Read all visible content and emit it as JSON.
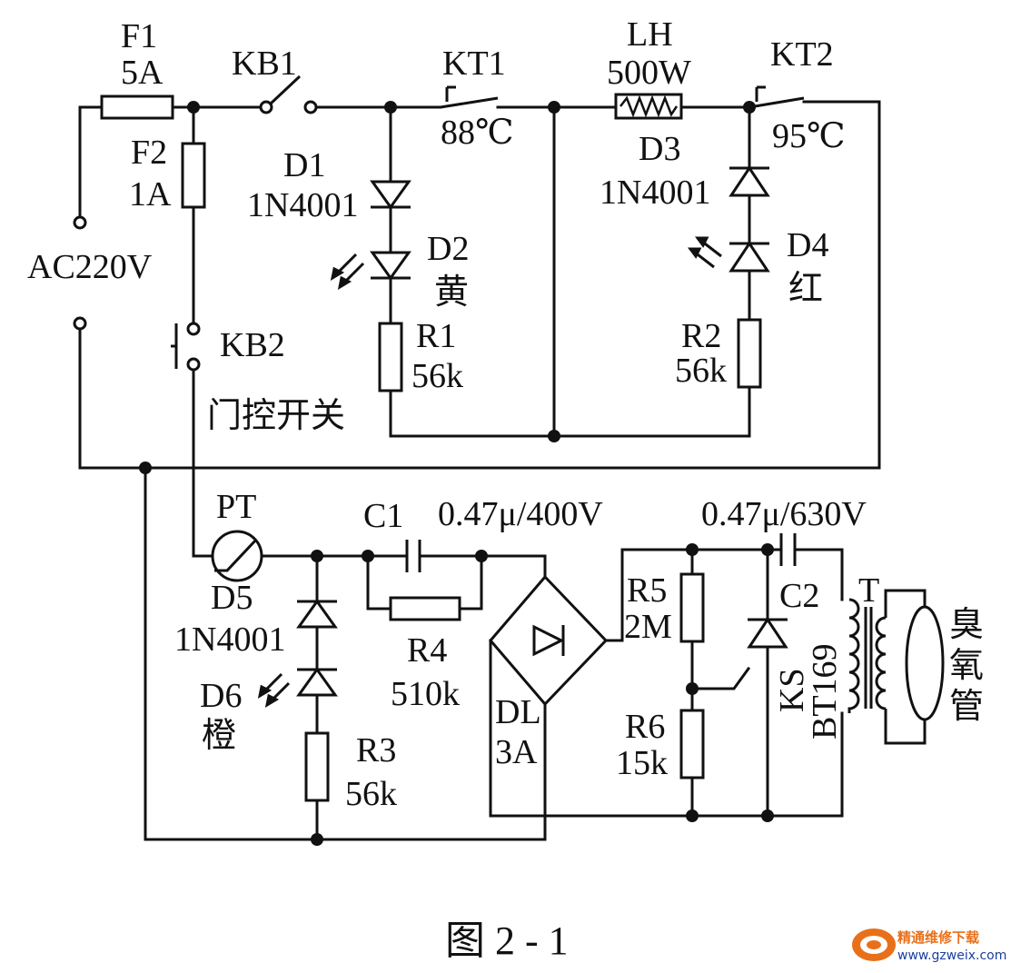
{
  "labels": {
    "f1": "F1",
    "f1_rating": "5A",
    "kb1": "KB1",
    "kt1": "KT1",
    "kt1_temp": "88℃",
    "lh": "LH",
    "lh_power": "500W",
    "kt2": "KT2",
    "kt2_temp": "95℃",
    "f2": "F2",
    "f2_rating": "1A",
    "d1": "D1",
    "d1_part": "1N4001",
    "d3": "D3",
    "d3_part": "1N4001",
    "ac": "AC220V",
    "d2": "D2",
    "d2_color": "黄",
    "d4": "D4",
    "d4_color": "红",
    "r1": "R1",
    "r1_value": "56k",
    "r2": "R2",
    "r2_value": "56k",
    "kb2": "KB2",
    "door_switch": "门控开关",
    "pt": "PT",
    "c1": "C1",
    "c1_rating": "0.47μ/400V",
    "c2_rating": "0.47μ/630V",
    "d5": "D5",
    "d5_part": "1N4001",
    "r4": "R4",
    "r4_value": "510k",
    "r5": "R5",
    "r5_value": "2M",
    "c2": "C2",
    "t": "T",
    "ozone_1": "臭",
    "ozone_2": "氧",
    "ozone_3": "管",
    "d6": "D6",
    "d6_color": "橙",
    "dl": "DL",
    "dl_rating": "3A",
    "r6": "R6",
    "r6_value": "15k",
    "ks": "KS",
    "ks_part": "BT169",
    "r3": "R3",
    "r3_value": "56k",
    "caption": "图 2 - 1"
  },
  "watermark": {
    "site_name": "精通维修下载",
    "url": "www.gzweix.com"
  },
  "colors": {
    "ink": "#111111",
    "watermark_orange": "#e8701a",
    "watermark_blue": "#1a3fa0"
  }
}
